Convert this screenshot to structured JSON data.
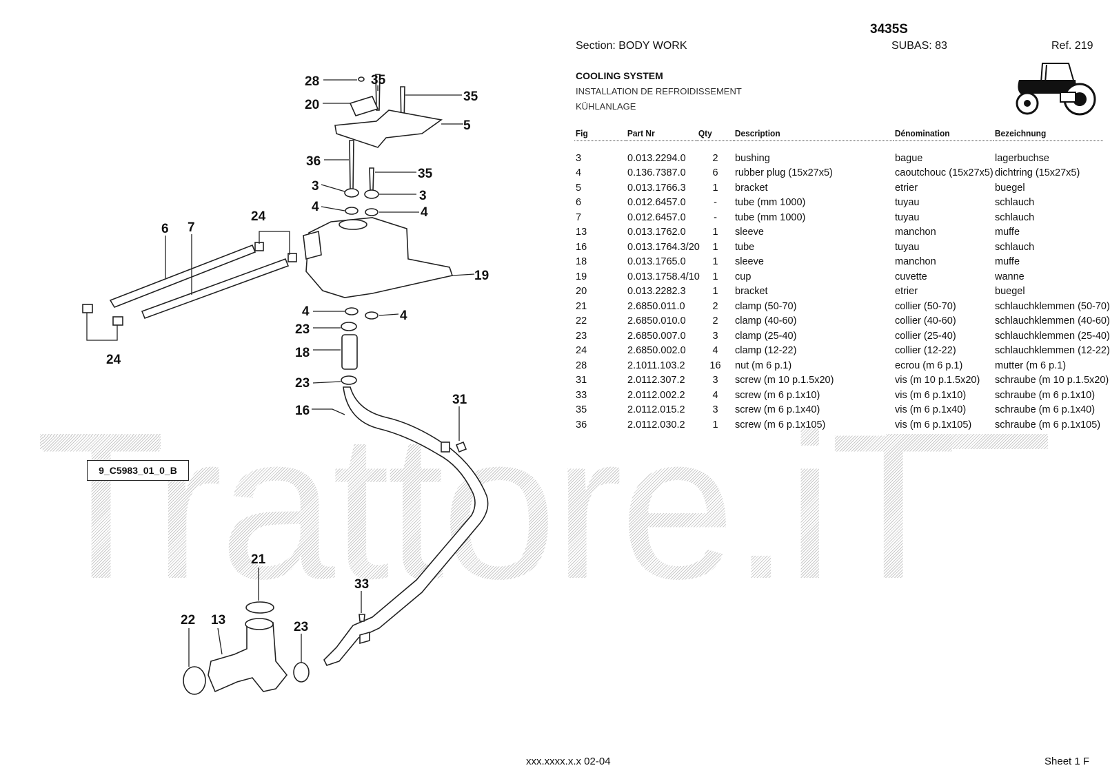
{
  "header": {
    "model": "3435S",
    "section": "Section: BODY  WORK",
    "subas": "SUBAS: 83",
    "ref": "Ref. 219"
  },
  "title": {
    "en": "COOLING SYSTEM",
    "fr": "INSTALLATION DE REFROIDISSEMENT",
    "de": "KÜHLANLAGE"
  },
  "table": {
    "columns": [
      "Fig",
      "Part Nr",
      "Qty",
      "Description",
      "Dénomination",
      "Bezeichnung"
    ],
    "rows": [
      [
        "3",
        "0.013.2294.0",
        "2",
        "bushing",
        "bague",
        "lagerbuchse"
      ],
      [
        "4",
        "0.136.7387.0",
        "6",
        "rubber plug (15x27x5)",
        "caoutchouc (15x27x5)",
        "dichtring (15x27x5)"
      ],
      [
        "5",
        "0.013.1766.3",
        "1",
        "bracket",
        "etrier",
        "buegel"
      ],
      [
        "6",
        "0.012.6457.0",
        "-",
        "tube (mm 1000)",
        "tuyau",
        "schlauch"
      ],
      [
        "7",
        "0.012.6457.0",
        "-",
        "tube (mm 1000)",
        "tuyau",
        "schlauch"
      ],
      [
        "13",
        "0.013.1762.0",
        "1",
        "sleeve",
        "manchon",
        "muffe"
      ],
      [
        "16",
        "0.013.1764.3/20",
        "1",
        "tube",
        "tuyau",
        "schlauch"
      ],
      [
        "18",
        "0.013.1765.0",
        "1",
        "sleeve",
        "manchon",
        "muffe"
      ],
      [
        "19",
        "0.013.1758.4/10",
        "1",
        "cup",
        "cuvette",
        "wanne"
      ],
      [
        "20",
        "0.013.2282.3",
        "1",
        "bracket",
        "etrier",
        "buegel"
      ],
      [
        "21",
        "2.6850.011.0",
        "2",
        "clamp (50-70)",
        "collier (50-70)",
        "schlauchklemmen (50-70)"
      ],
      [
        "22",
        "2.6850.010.0",
        "2",
        "clamp (40-60)",
        "collier (40-60)",
        "schlauchklemmen (40-60)"
      ],
      [
        "23",
        "2.6850.007.0",
        "3",
        "clamp (25-40)",
        "collier (25-40)",
        "schlauchklemmen (25-40)"
      ],
      [
        "24",
        "2.6850.002.0",
        "4",
        "clamp (12-22)",
        "collier (12-22)",
        "schlauchklemmen (12-22)"
      ],
      [
        "28",
        "2.1011.103.2",
        "16",
        "nut (m 6 p.1)",
        "ecrou (m 6 p.1)",
        "mutter (m 6 p.1)"
      ],
      [
        "31",
        "2.0112.307.2",
        "3",
        "screw (m 10 p.1.5x20)",
        "vis (m 10 p.1.5x20)",
        "schraube (m 10 p.1.5x20)"
      ],
      [
        "33",
        "2.0112.002.2",
        "4",
        "screw (m 6 p.1x10)",
        "vis (m 6 p.1x10)",
        "schraube (m 6 p.1x10)"
      ],
      [
        "35",
        "2.0112.015.2",
        "3",
        "screw (m 6 p.1x40)",
        "vis (m 6 p.1x40)",
        "schraube (m 6 p.1x40)"
      ],
      [
        "36",
        "2.0112.030.2",
        "1",
        "screw (m 6 p.1x105)",
        "vis (m 6 p.1x105)",
        "schraube (m 6 p.1x105)"
      ]
    ]
  },
  "diagram": {
    "drawing_id": "9_C5983_01_0_B",
    "callouts": [
      "28",
      "35",
      "35",
      "20",
      "5",
      "36",
      "35",
      "3",
      "3",
      "4",
      "4",
      "24",
      "6",
      "7",
      "19",
      "4",
      "4",
      "24",
      "23",
      "18",
      "23",
      "16",
      "31",
      "21",
      "33",
      "22",
      "13",
      "23"
    ]
  },
  "watermark": "Trattore.iT",
  "footer": {
    "code": "xxx.xxxx.x.x  02-04",
    "sheet": "Sheet 1 F"
  },
  "icons": {
    "tractor": "tractor-icon"
  }
}
